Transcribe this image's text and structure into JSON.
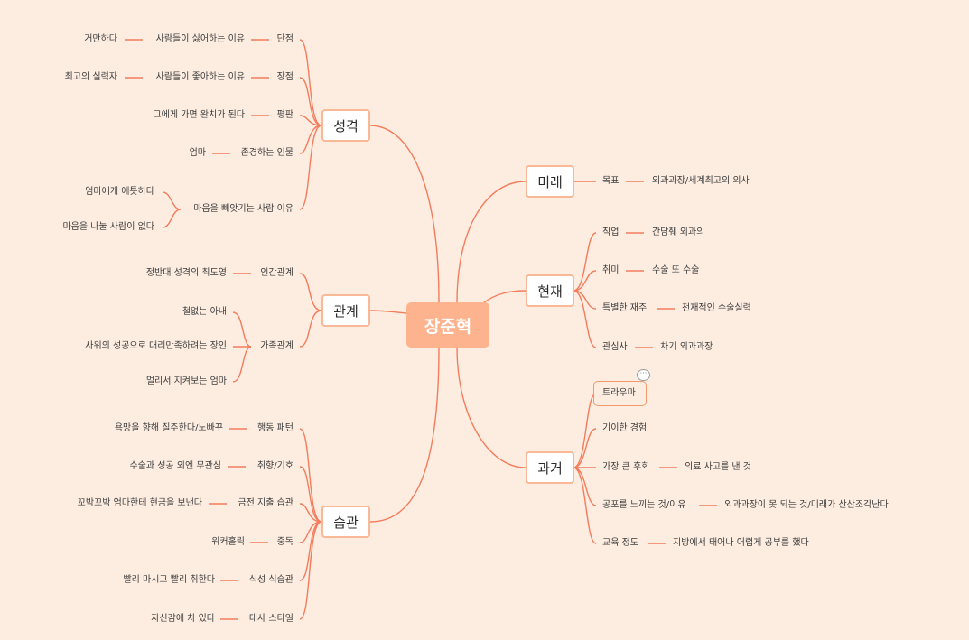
{
  "center": {
    "label": "장준혁"
  },
  "left": {
    "personality": {
      "label": "성격",
      "children": [
        {
          "label": "단점",
          "child": "사람들이 싫어하는 이유",
          "leaf": "거만하다"
        },
        {
          "label": "장점",
          "child": "사람들이 좋아하는 이유",
          "leaf": "최고의 실력자"
        },
        {
          "label": "평판",
          "child": "그에게 가면 완치가 된다"
        },
        {
          "label": "존경하는 인물",
          "child": "엄마"
        },
        {
          "label": "마음을 빼앗기는 사람 이유",
          "children": [
            "엄마에게 애틋하다",
            "마음을 나눌 사람이 없다"
          ]
        }
      ]
    },
    "relations": {
      "label": "관계",
      "children": [
        {
          "label": "인간관계",
          "child": "정반대 성격의 최도영"
        },
        {
          "label": "가족관계",
          "children": [
            "철없는 아내",
            "사위의 성공으로 대리만족하려는 장인",
            "멀리서 지켜보는 엄마"
          ]
        }
      ]
    },
    "habits": {
      "label": "습관",
      "children": [
        {
          "label": "행동 패턴",
          "child": "욕망을 향해 질주한다/노빠꾸"
        },
        {
          "label": "취향/기호",
          "child": "수술과 성공 외엔 무관심"
        },
        {
          "label": "금전 지출 습관",
          "child": "꼬박꼬박 엄마한테 현금을 보낸다"
        },
        {
          "label": "중독",
          "child": "워커홀릭"
        },
        {
          "label": "식성 식습관",
          "child": "빨리 마시고 빨리 취한다"
        },
        {
          "label": "대사 스타일",
          "child": "자신감에 차 있다"
        }
      ]
    }
  },
  "right": {
    "future": {
      "label": "미래",
      "children": [
        {
          "label": "목표",
          "child": "외과과장/세계최고의 의사"
        }
      ]
    },
    "present": {
      "label": "현재",
      "children": [
        {
          "label": "직업",
          "child": "간담췌 외과의"
        },
        {
          "label": "취미",
          "child": "수술 또 수술"
        },
        {
          "label": "특별한 재주",
          "child": "천재적인 수술실력"
        },
        {
          "label": "관심사",
          "child": "차기 외과과장"
        }
      ]
    },
    "past": {
      "label": "과거",
      "children": [
        {
          "label": "트라우마",
          "selected": true,
          "has_comment": true
        },
        {
          "label": "기이한 경험"
        },
        {
          "label": "가장 큰 후회",
          "child": "의료 사고를 낸 것"
        },
        {
          "label": "공포를 느끼는 것/이유",
          "child": "외과과장이 못 되는 것/미래가 산산조각난다"
        },
        {
          "label": "교육 정도",
          "child": "지방에서 태어나 어렵게 공부를 했다"
        }
      ]
    }
  },
  "colors": {
    "background": "#fdede1",
    "line": "#f47c5c",
    "center_fill": "#fdb38e",
    "node_border": "#f9b896"
  },
  "icons": {
    "comment": "comment-bubble-icon"
  }
}
